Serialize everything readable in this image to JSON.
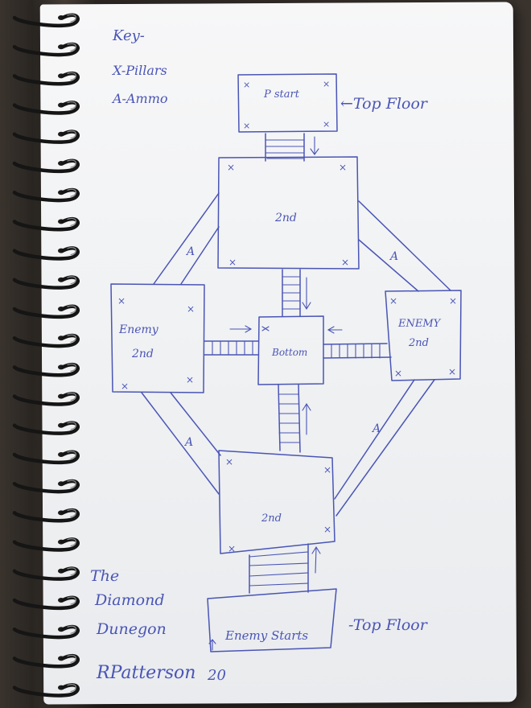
{
  "key": {
    "title": "Key-",
    "line1": "X-Pillars",
    "line2": "A-Ammo"
  },
  "rooms": {
    "p_start": "P start",
    "top_second": "2nd",
    "enemy_left_line1": "Enemy",
    "enemy_left_line2": "2nd",
    "bottom": "Bottom",
    "enemy_right_line1": "ENEMY",
    "enemy_right_line2": "2nd",
    "lower_second": "2nd",
    "enemy_starts": "Enemy Starts"
  },
  "labels": {
    "top_floor_upper": "←Top Floor",
    "top_floor_lower": "-Top Floor",
    "ammo_marker": "A"
  },
  "title_block": {
    "line1": "The",
    "line2": "Diamond",
    "line3": "Dunegon"
  },
  "signature": {
    "name": "RPatterson",
    "number": "20"
  },
  "colors": {
    "ink": "#4a55b5",
    "paper": "#f2f3f5",
    "background": "#2e2a26"
  }
}
